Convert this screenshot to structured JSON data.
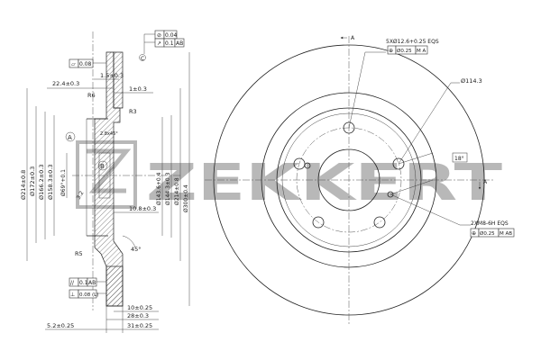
{
  "brand": {
    "logo_text": "ZEKKERT"
  },
  "datum_labels": {
    "a": "A",
    "b": "B",
    "c": "C"
  },
  "side_view": {
    "top_tolerance": {
      "symbol": "⊘",
      "value": "0.04"
    },
    "top_runout": {
      "symbol": "↗",
      "value": "0.1",
      "datum": "AB"
    },
    "top_flatness": {
      "symbol": "▱",
      "value": "0.08"
    },
    "dim_1_5": "1.5±0.3",
    "dim_22_4": "22.4±0.3",
    "r6": "R6",
    "dim_1_top": "1±0.3",
    "r3": "R3",
    "chamfer": "2.8x45°",
    "dia_214": "Ø214±0.8",
    "dia_172": "Ø172±0.3",
    "dia_166": "Ø166.2±0.3",
    "dia_158": "Ø158.3±0.3",
    "dia_69": "Ø69°+0.1",
    "dim_3_2": "3.2",
    "dim_10_8": "10.8±0.3",
    "dia_143": "Ø143.6+0.4",
    "dia_144": "Ø144.3±0.3",
    "dia_214b": "Ø214±0.8",
    "dia_300": "Ø300±0.4",
    "r5": "R5",
    "angle_45": "45°",
    "bottom_par": {
      "symbol": "//",
      "value": "0.1",
      "datum": "AB"
    },
    "bottom_thick": {
      "value": "0.08 (L)"
    },
    "dim_10": "10±0.25",
    "dim_28": "28±0.3",
    "dim_5_2": "5.2±0.25",
    "dim_31": "31±0.25"
  },
  "front_view": {
    "holes_note": "5XØ12.6+0.25 EQS",
    "holes_pos": {
      "symbol": "⊕",
      "value": "Ø0.25",
      "datum": "M A"
    },
    "pcd": "Ø114.3",
    "angle_18": "18°",
    "thread_note": "2XM8-6H EQS",
    "thread_pos": {
      "symbol": "⊕",
      "value": "Ø0.25",
      "datum": "M AB"
    },
    "arrow_a": "A"
  }
}
